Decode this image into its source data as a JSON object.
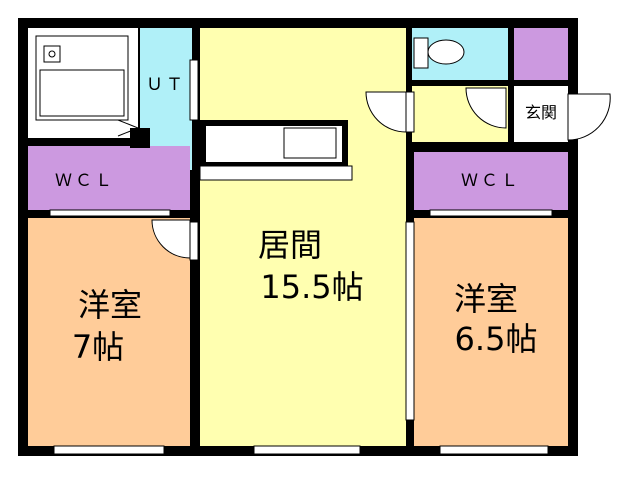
{
  "rooms": {
    "living": {
      "name": "居間",
      "size": "15.5帖"
    },
    "western1": {
      "name": "洋室",
      "size": "7帖"
    },
    "western2": {
      "name": "洋室",
      "size": "6.5帖"
    }
  },
  "labels": {
    "utility": "ＵＴ",
    "wcl_left": "ＷＣＬ",
    "wcl_right": "ＷＣＬ",
    "entrance": "玄関"
  },
  "colors": {
    "living": "#FFFFB0",
    "western": "#FFCC99",
    "closet": "#CC99E0",
    "bath_area": "#B0F0F8",
    "hallway": "#FFFFB0",
    "wall": "#000000",
    "window": "#FFFFFF"
  }
}
